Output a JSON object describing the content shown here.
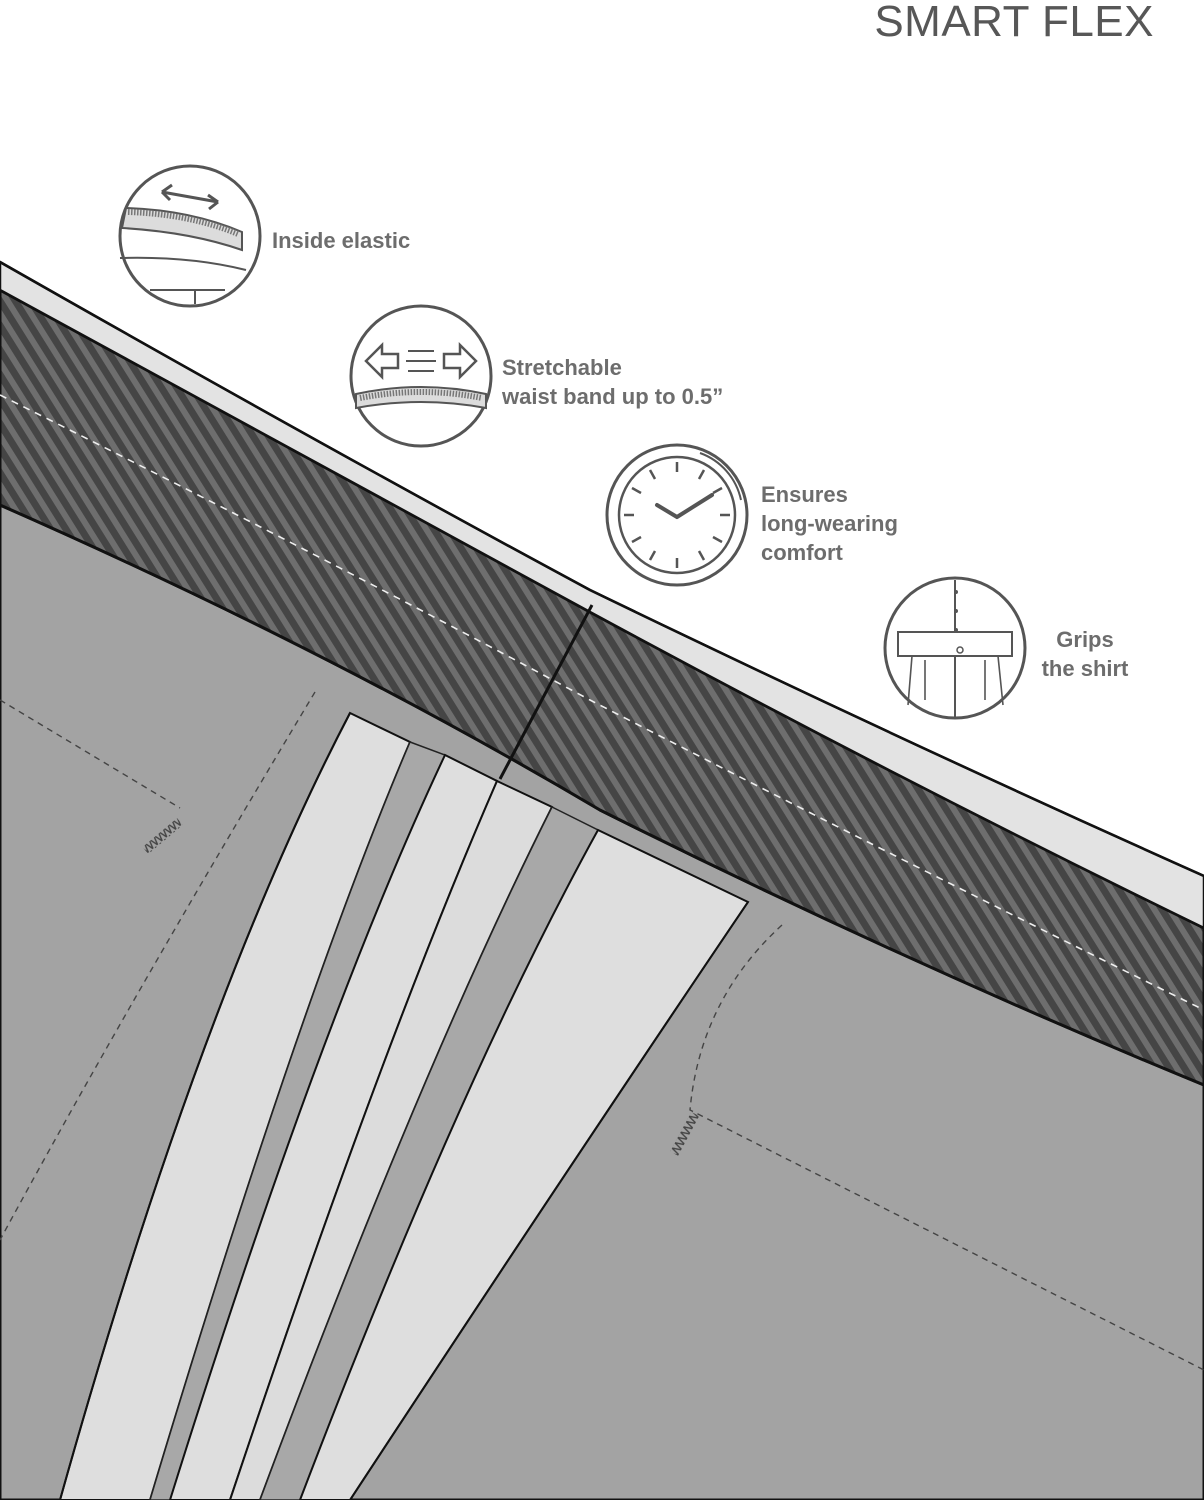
{
  "brand": {
    "title": "SMART FLEX"
  },
  "features": [
    {
      "icon": "elastic-band-icon",
      "label": "Inside elastic"
    },
    {
      "icon": "stretch-arrows-icon",
      "label": "Stretchable\nwaist band up to 0.5”"
    },
    {
      "icon": "clock-icon",
      "label": "Ensures\nlong-wearing\ncomfort"
    },
    {
      "icon": "shirt-grip-icon",
      "label": "Grips\nthe shirt"
    }
  ],
  "colors": {
    "text": "#6d6d6d",
    "title": "#575757",
    "fabric": "#a3a3a3",
    "pocket_lining": "#dcdcdc",
    "waistband_dark": "#4a4a4a",
    "waistband_stripe": "#6e6e6e",
    "icon_stroke": "#555555"
  }
}
